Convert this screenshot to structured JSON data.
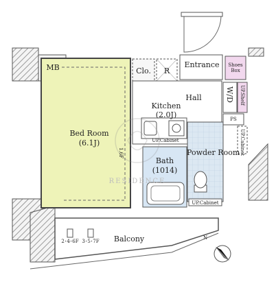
{
  "rooms": {
    "mb": "MB",
    "bedroom": "Bed Room",
    "bedroom_size": "(6.1J)",
    "closet": "Clo.",
    "fridge": "R",
    "entrance": "Entrance",
    "shoes_box": "Shoes Box",
    "hall": "Hall",
    "kitchen": "Kitchen",
    "kitchen_size": "(2.0J)",
    "wd": "W/D",
    "up_shelf": "UP.Shelf",
    "ps": "PS",
    "up_cabinet_kitchen": "UP.Cabinet",
    "up_cabinet_side": "UP.Cabinet",
    "powder_room": "Powder Room",
    "bath": "Bath",
    "bath_size": "(1014)",
    "up_cabinet_powder": "UP.Cabinet",
    "floor_note_left": "2･4･6F",
    "floor_note_right": "3･5･7F",
    "balcony": "Balcony",
    "ceiling_note": "1.6F"
  },
  "compass": {
    "label": "N"
  },
  "watermark": "RESIDENCE",
  "colors": {
    "bedroom_fill": "#eef3b8",
    "bath_fill": "#d7e6f4",
    "tile_fill": "#dce8f2",
    "closet_fill": "#f7f7f7",
    "shoes_fill": "#f2d8ee",
    "wall": "#555555",
    "hatch": "#888888"
  }
}
